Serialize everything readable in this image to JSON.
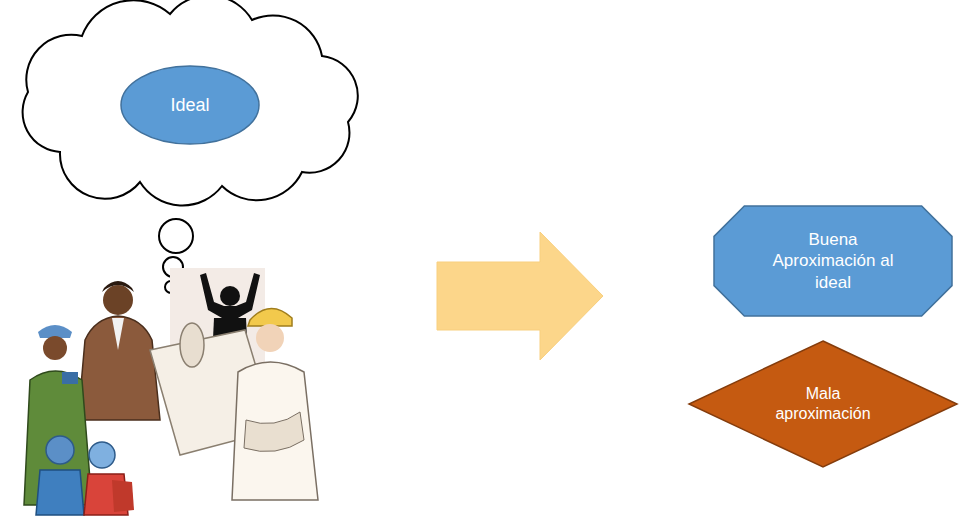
{
  "diagram": {
    "nodes": [
      {
        "text": [
          "Ideal"
        ]
      },
      {
        "text": [
          "Buena Aproximación al ideal"
        ]
      },
      {
        "text": [
          "Mala aproximación"
        ]
      }
    ]
  }
}
